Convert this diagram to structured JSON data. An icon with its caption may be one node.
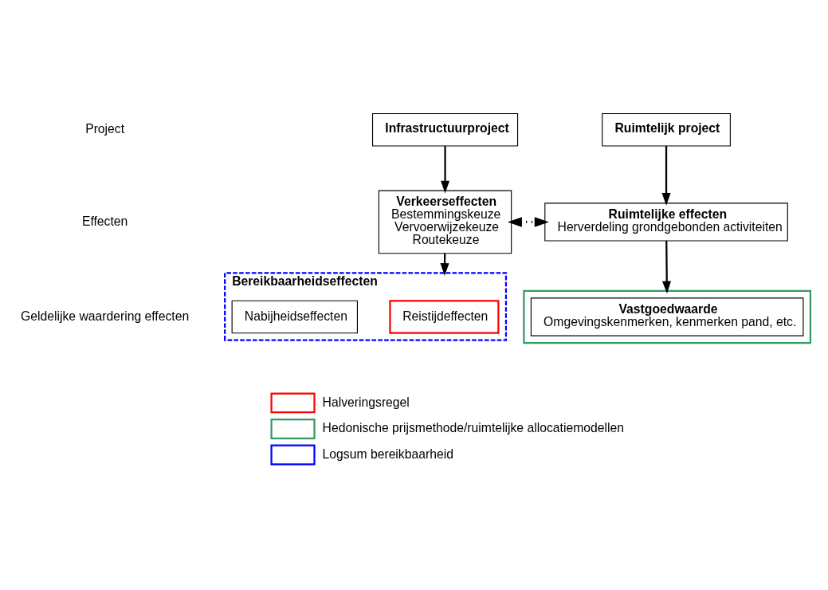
{
  "diagram": {
    "nodes": [
      {
        "text": [
          "Infrastructuurproject"
        ]
      },
      {
        "text": [
          "Ruimtelijk project"
        ]
      },
      {
        "text": [
          "Verkeerseffecten",
          "Bestemmingskeuze",
          "Vervoerwijzekeuze",
          "Routekeuze"
        ]
      },
      {
        "text": [
          "Ruimtelijke effecten",
          "Herverdeling grondgebonden activiteiten"
        ]
      },
      {
        "text": [
          "Bereikbaarheidseffecten"
        ]
      },
      {
        "text": [],
        "shape": "box"
      },
      {
        "text": [
          "Reistijdeffecten"
        ],
        "in": 4
      },
      {
        "text": [
          "Nabijheidseffecten"
        ],
        "in": 4
      },
      {
        "text": [
          "Vastgoedwaarde",
          "Omgevingskenmerken, kenmerken pand, etc."
        ],
        "in": 5
      }
    ],
    "edges": [
      {
        "from": 0,
        "to": 2,
        "arrow": "to"
      },
      {
        "from": 1,
        "to": 3,
        "arrow": "to"
      },
      {
        "from": 2,
        "to": 3,
        "arrow": "both",
        "style": "dashed"
      },
      {
        "from": 2,
        "to": 4,
        "arrow": "to"
      },
      {
        "from": 3,
        "to": 5,
        "arrow": "to"
      }
    ],
    "labels": [
      "Project",
      "Effecten",
      "Geldelijke waardering effecten"
    ],
    "legend": [
      {
        "text": "Halveringsregel",
        "color": "#ff0000"
      },
      {
        "text": "Hedonische prijsmethode/ruimtelijke allocatiemodellen",
        "color": "#339966"
      },
      {
        "text": "Logsum bereikbaarheid",
        "color": "#0000ff"
      }
    ]
  }
}
